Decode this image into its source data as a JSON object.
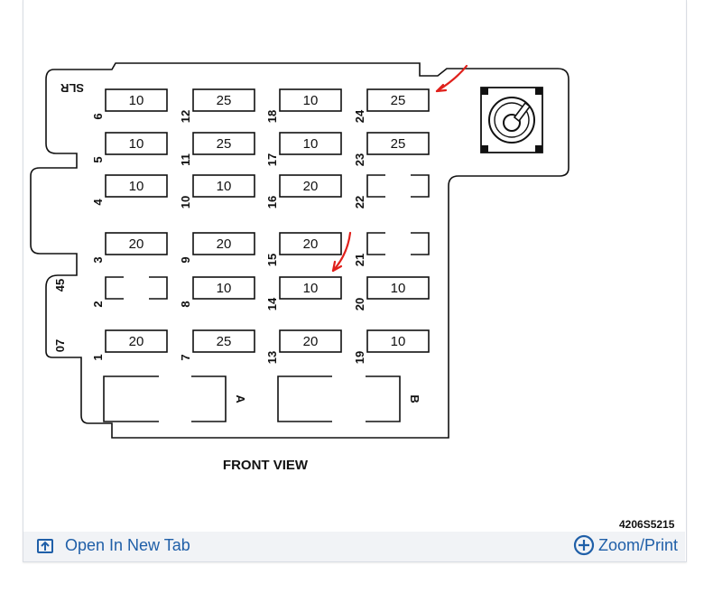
{
  "diagram": {
    "caption": "FRONT VIEW",
    "corner_label": "SLR",
    "side_labels": [
      "45",
      "07"
    ],
    "relay_labels": [
      "A",
      "B"
    ],
    "part_code": "4206S5215",
    "fuses": [
      {
        "slot": "1",
        "amp": "20"
      },
      {
        "slot": "2",
        "amp": ""
      },
      {
        "slot": "3",
        "amp": "20"
      },
      {
        "slot": "4",
        "amp": "10"
      },
      {
        "slot": "5",
        "amp": "10"
      },
      {
        "slot": "6",
        "amp": "10"
      },
      {
        "slot": "7",
        "amp": "25"
      },
      {
        "slot": "8",
        "amp": "10"
      },
      {
        "slot": "9",
        "amp": "20"
      },
      {
        "slot": "10",
        "amp": "10"
      },
      {
        "slot": "11",
        "amp": "25"
      },
      {
        "slot": "12",
        "amp": "25"
      },
      {
        "slot": "13",
        "amp": "20"
      },
      {
        "slot": "14",
        "amp": "10"
      },
      {
        "slot": "15",
        "amp": "20"
      },
      {
        "slot": "16",
        "amp": "20"
      },
      {
        "slot": "17",
        "amp": "10"
      },
      {
        "slot": "18",
        "amp": "10"
      },
      {
        "slot": "19",
        "amp": "10"
      },
      {
        "slot": "20",
        "amp": "10"
      },
      {
        "slot": "21",
        "amp": ""
      },
      {
        "slot": "22",
        "amp": ""
      },
      {
        "slot": "23",
        "amp": "25"
      },
      {
        "slot": "24",
        "amp": "25"
      }
    ],
    "annotation_color": "#e0201b",
    "line_color": "#111111"
  },
  "toolbar": {
    "open_tab_label": "Open In New Tab",
    "open_tab_icon": "open-external-icon",
    "zoom_label": "Zoom/Print",
    "zoom_icon": "zoom-plus-icon",
    "link_color": "#1f5fa8",
    "bar_color": "#f1f3f6"
  }
}
